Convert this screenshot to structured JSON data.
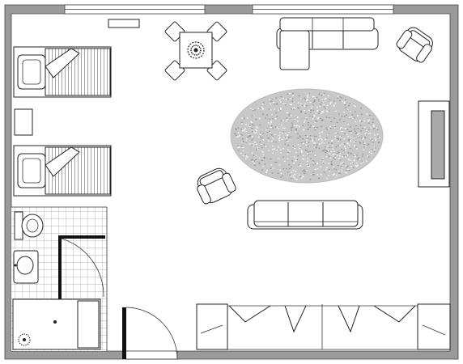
{
  "plan": {
    "kind": "studio-apartment-floor-plan",
    "colors": {
      "wall": "#9a9a9a",
      "line": "#222222",
      "tile_grout": "#b5b5b5",
      "rug": "#c8c8c8",
      "fireplace_insert": "#aaaaaa",
      "background": "#ffffff"
    },
    "furniture": {
      "beds": 2,
      "dining_chairs": 4,
      "sofas": 2,
      "armchairs": 2,
      "wardrobe_doors": 4
    }
  }
}
